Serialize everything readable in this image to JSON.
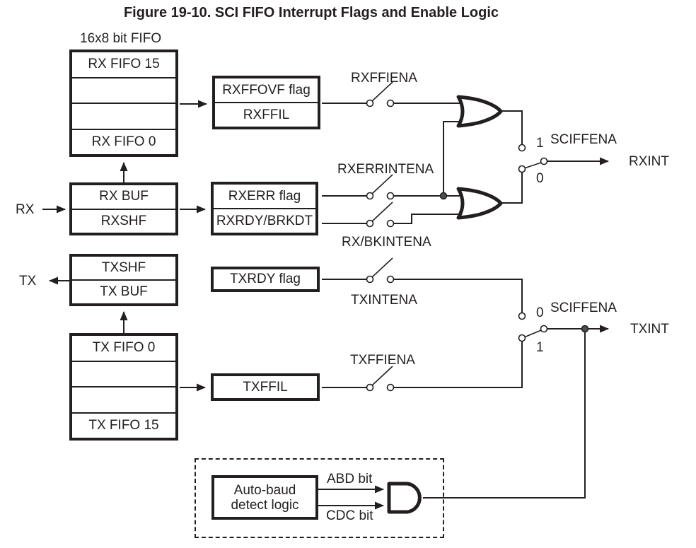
{
  "title": "Figure 19-10. SCI FIFO Interrupt Flags and Enable Logic",
  "colors": {
    "ink": "#231f20",
    "paper": "#ffffff"
  },
  "rx": {
    "fifo_heading": "16x8 bit FIFO",
    "fifo_row_top": "RX FIFO 15",
    "fifo_row_bottom": "RX FIFO 0",
    "pin": "RX",
    "buf": "RX BUF",
    "shf": "RXSHF",
    "ovf_flag": "RXFFOVF flag",
    "ffil": "RXFFIL",
    "err_flag": "RXERR flag",
    "rdy_brkdt": "RXRDY/BRKDT",
    "ena_ffiena": "RXFFIENA",
    "ena_errintena": "RXERRINTENA",
    "ena_bkintena": "RX/BKINTENA",
    "mux_in1": "1",
    "mux_in0": "0",
    "mux_sel": "SCIFFENA",
    "int_out": "RXINT"
  },
  "tx": {
    "pin": "TX",
    "shf": "TXSHF",
    "buf": "TX BUF",
    "rdy_flag": "TXRDY flag",
    "ena_intena": "TXINTENA",
    "fifo_row_top": "TX FIFO 0",
    "fifo_row_bottom": "TX FIFO 15",
    "ffil": "TXFFIL",
    "ena_ffiena": "TXFFIENA",
    "mux_in0": "0",
    "mux_in1": "1",
    "mux_sel": "SCIFFENA",
    "int_out": "TXINT"
  },
  "autobaud": {
    "logic_line1": "Auto-baud",
    "logic_line2": "detect logic",
    "abd": "ABD bit",
    "cdc": "CDC bit"
  }
}
